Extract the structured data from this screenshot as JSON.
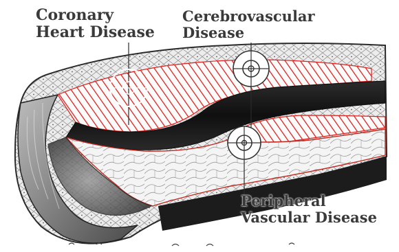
{
  "labels": {
    "coronary": [
      "Coronary",
      "Heart Disease"
    ],
    "cerebrovascular": [
      "Cerebrovascular",
      "Disease"
    ],
    "peripheral": [
      "Peripheral",
      "Vascular Disease"
    ]
  },
  "colors": {
    "plaque_hatch": "#e0201c",
    "label_text": "#3a3a3a",
    "vessel_dark": "#1a1a1a",
    "vessel_mid": "#7a7a7a",
    "vessel_light": "#e8e8e8"
  }
}
